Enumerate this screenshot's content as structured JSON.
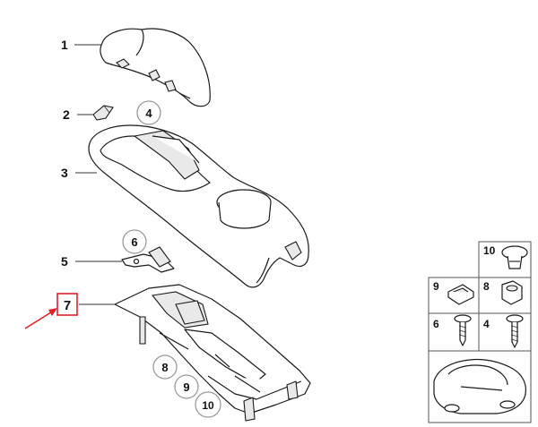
{
  "diagram": {
    "labels": {
      "part1": "1",
      "part2": "2",
      "part3": "3",
      "part5": "5",
      "part7": "7",
      "circ4": "4",
      "circ6": "6",
      "circ8": "8",
      "circ9": "9",
      "circ10": "10"
    },
    "legend": {
      "cell10": "10",
      "cell9": "9",
      "cell8": "8",
      "cell6": "6",
      "cell4": "4"
    },
    "colors": {
      "highlight_arrow": "#e01f26",
      "highlight_box": "#e01f26",
      "callout_circle": "#9a9a9a",
      "line": "#1a1a1a"
    }
  }
}
